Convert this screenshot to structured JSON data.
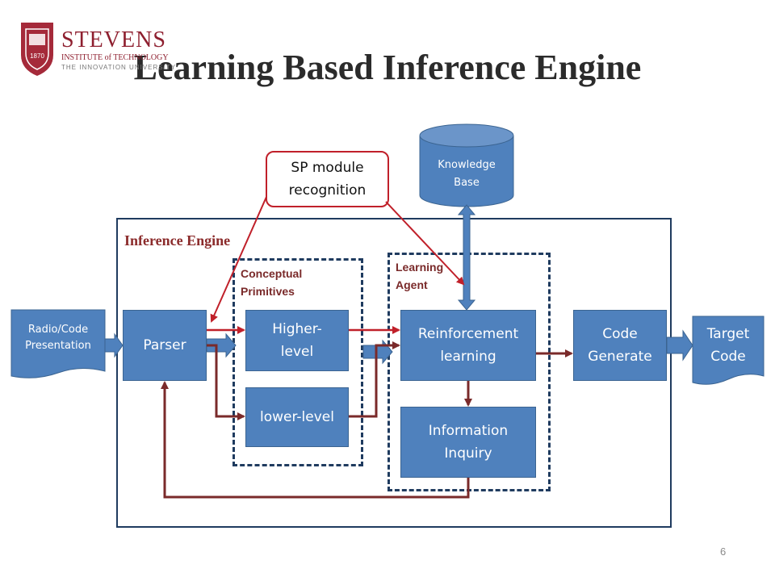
{
  "slide": {
    "title": "Learning Based Inference Engine",
    "page_number": "6"
  },
  "logo": {
    "name": "STEVENS",
    "subtitle": "INSTITUTE of TECHNOLOGY",
    "tagline": "THE INNOVATION UNIVERSITY",
    "year": "1870"
  },
  "diagram": {
    "frame_label": "Inference Engine",
    "group_conceptual": "Conceptual\nPrimitives",
    "group_learning": "Learning\nAgent",
    "callout": "SP module\nrecognition",
    "knowledge_base": "Knowledge\nBase",
    "input_doc": "Radio/Code\nPresentation",
    "output_doc": "Target\nCode",
    "parser": "Parser",
    "higher_level": "Higher-\nlevel",
    "lower_level": "lower-level",
    "reinforcement": "Reinforcement\nlearning",
    "information_inquiry": "Information\nInquiry",
    "code_generate": "Code\nGenerate"
  },
  "colors": {
    "box_fill": "#4f81bd",
    "arrow_dark_red": "#7a2a2a",
    "callout_red": "#c0202a",
    "frame_navy": "#1f3b5f"
  }
}
